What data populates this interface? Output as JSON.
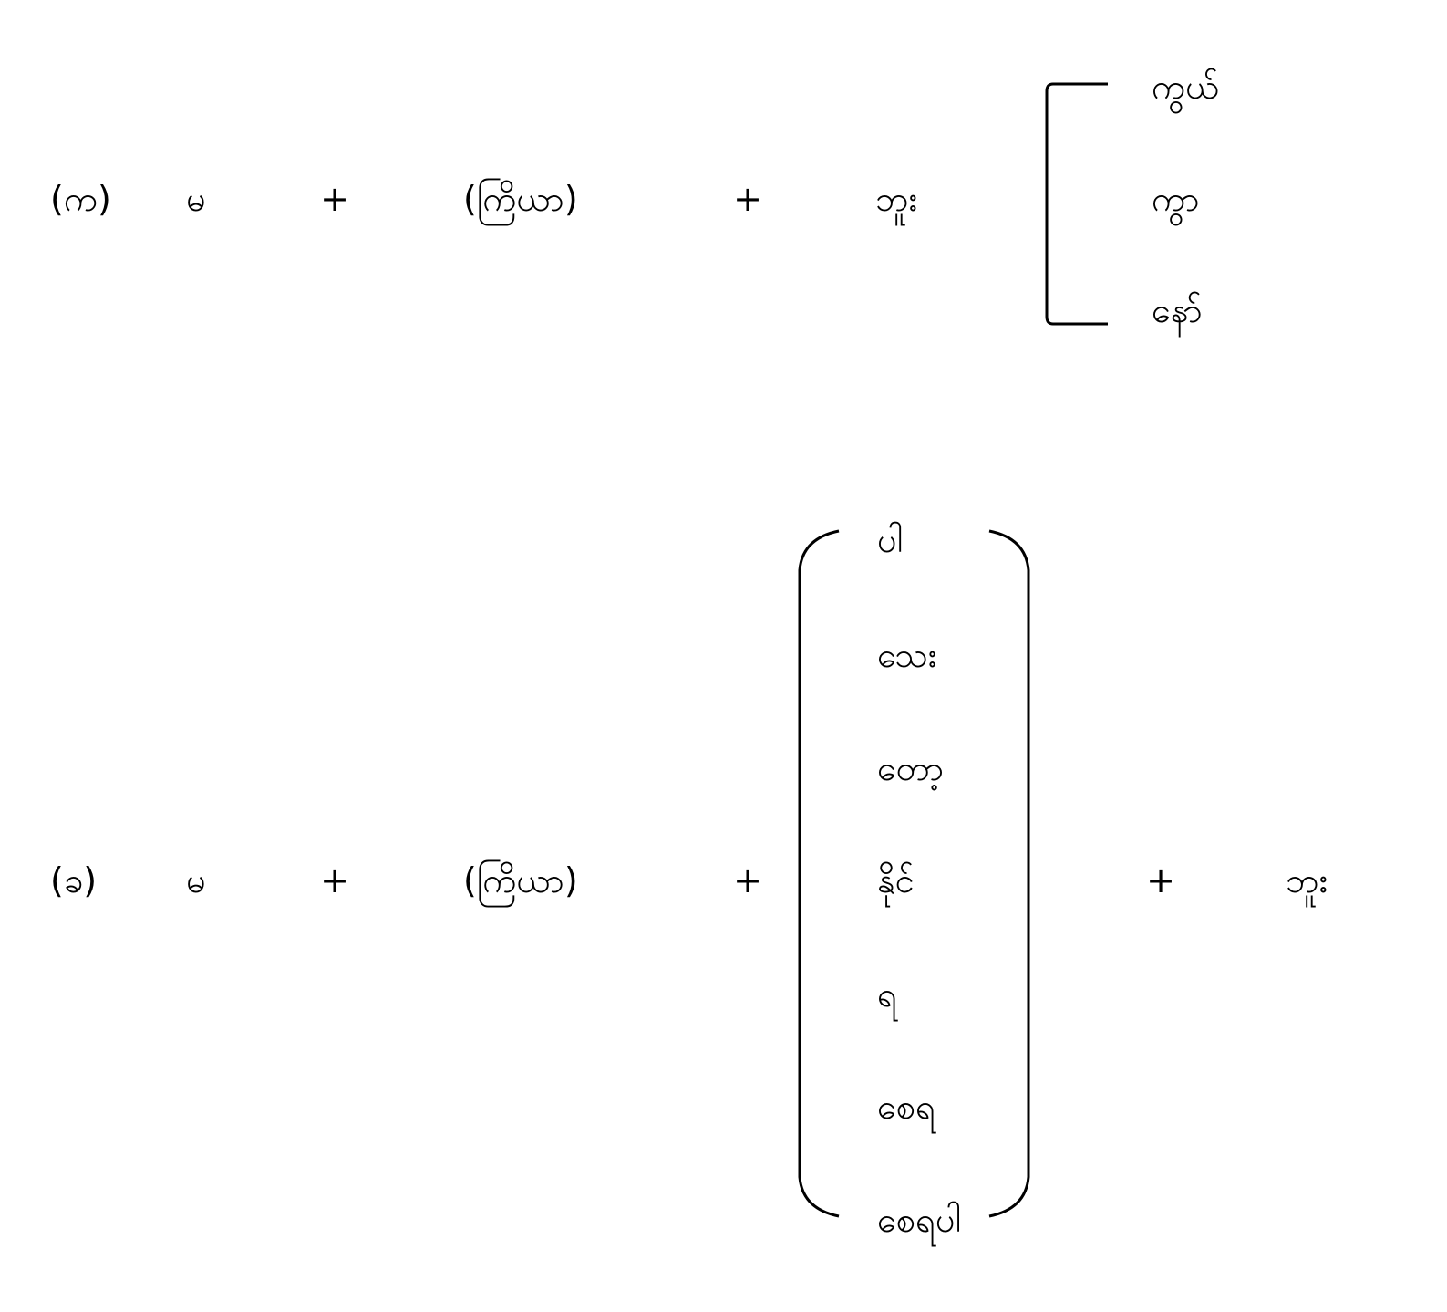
{
  "row_a": {
    "label": "(က)",
    "negation": "မ",
    "plus_1": "+",
    "verb": "(ကြိယာ)",
    "plus_2": "+",
    "suffix": "ဘူး",
    "options": [
      "ကွယ်",
      "ကွာ",
      "နော်"
    ]
  },
  "row_b": {
    "label": "(ခ)",
    "negation": "မ",
    "plus_1": "+",
    "verb": "(ကြိယာ)",
    "plus_2": "+",
    "options": [
      "ပါ",
      "သေး",
      "တော့",
      "နိုင်",
      "ရ",
      "စေရ",
      "စေရပါ"
    ],
    "plus_3": "+",
    "suffix": "ဘူး"
  }
}
